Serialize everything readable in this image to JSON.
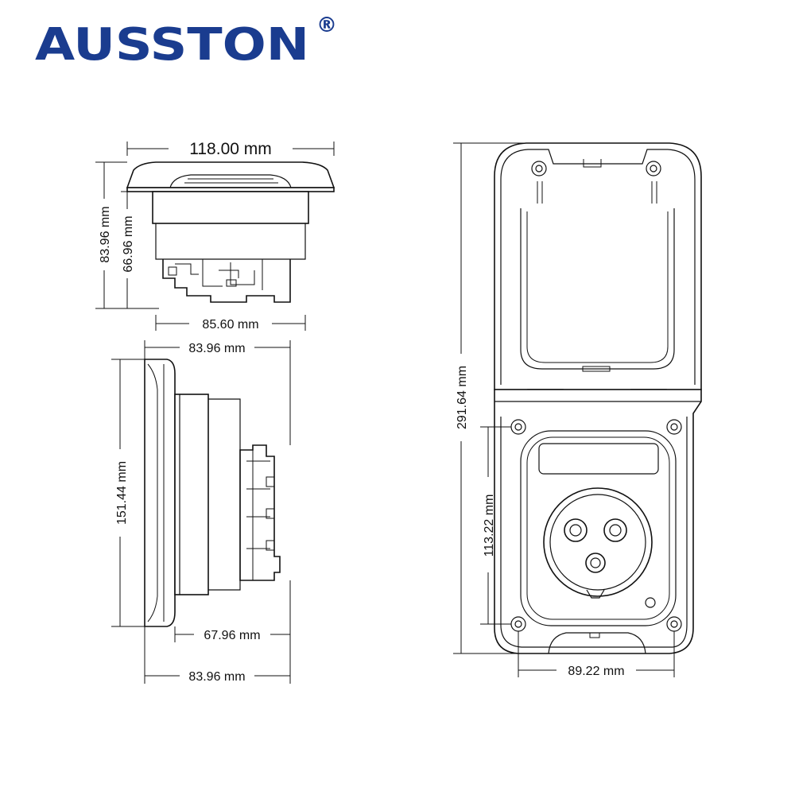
{
  "brand": {
    "name": "AUSSTON",
    "registered_mark": "®",
    "color": "#1a3c8f"
  },
  "dimensions": {
    "top_width": "118.00 mm",
    "top_total_height": "83.96 mm",
    "top_body_height": "66.96 mm",
    "top_body_width": "85.60 mm",
    "side_top_width": "83.96 mm",
    "side_height": "151.44 mm",
    "side_body_depth": "67.96 mm",
    "side_bottom_width": "83.96 mm",
    "front_total_height": "291.64 mm",
    "front_mount_height": "113.22 mm",
    "front_mount_width": "89.22 mm"
  },
  "colors": {
    "ink": "#111111",
    "background": "#ffffff"
  }
}
